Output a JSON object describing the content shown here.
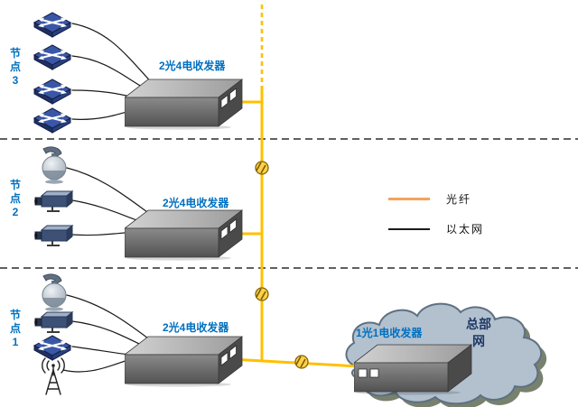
{
  "diagram": {
    "sections": [
      {
        "name_chars": [
          "节",
          "点",
          "3"
        ],
        "transceiver_label": "2光4电收发器"
      },
      {
        "name_chars": [
          "节",
          "点",
          "2"
        ],
        "transceiver_label": "2光4电收发器"
      },
      {
        "name_chars": [
          "节",
          "点",
          "1"
        ],
        "transceiver_label": "2光4电收发器"
      }
    ],
    "hq": {
      "transceiver_label": "1光1电收发器",
      "cloud_label": [
        "总部",
        "网"
      ]
    },
    "legend": {
      "fiber_label": "光纤",
      "ethernet_label": "以太网"
    },
    "colors": {
      "fiber_line": "#FFC000",
      "legend_fiber_line": "#F5A25D",
      "ethernet_line": "#1A1A1A",
      "node_label_blue": "#0070C0",
      "cloud_fill": "#B3C1CF",
      "cloud_outline": "#5E7082"
    }
  }
}
